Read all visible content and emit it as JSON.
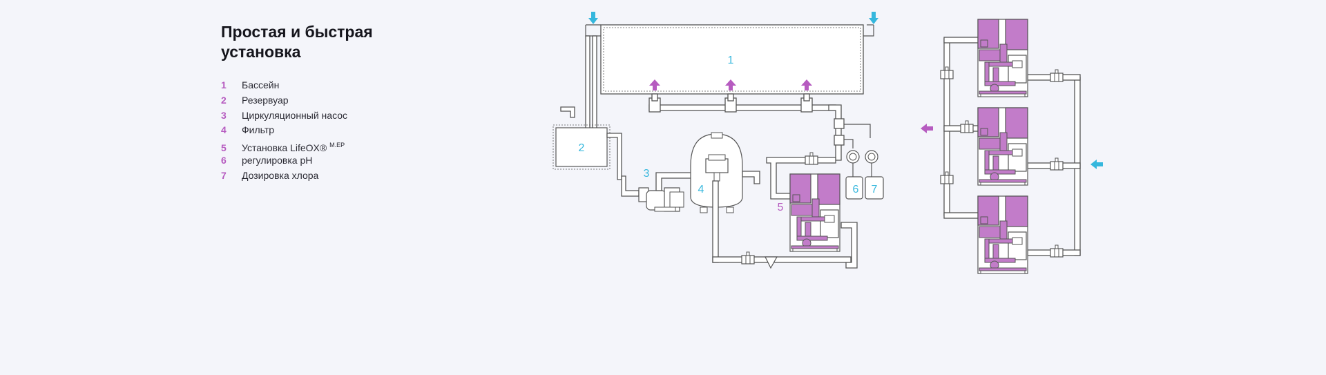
{
  "heading": {
    "line1": "Простая и быстрая",
    "line2": "установка"
  },
  "legend": [
    {
      "num": "1",
      "text": "Бассейн",
      "sup": ""
    },
    {
      "num": "2",
      "text": "Резервуар",
      "sup": ""
    },
    {
      "num": "3",
      "text": "Циркуляционный насос",
      "sup": ""
    },
    {
      "num": "4",
      "text": "Фильтр",
      "sup": ""
    },
    {
      "num": "5",
      "text": "Установка LifeOX®",
      "sup": "M.EP"
    },
    {
      "num": "6",
      "text": "регулировка pH",
      "sup": ""
    },
    {
      "num": "7",
      "text": "Дозировка хлора",
      "sup": ""
    }
  ],
  "diagram": {
    "labels": {
      "pool": "1",
      "reservoir": "2",
      "pump": "3",
      "filter": "4",
      "lifeox": "5",
      "ph": "6",
      "chlorine": "7"
    }
  },
  "colors": {
    "accent_purple": "#b65bc0",
    "accent_cyan": "#35b7dd",
    "unit_purple": "#c27cc9",
    "background": "#f4f5fa"
  }
}
